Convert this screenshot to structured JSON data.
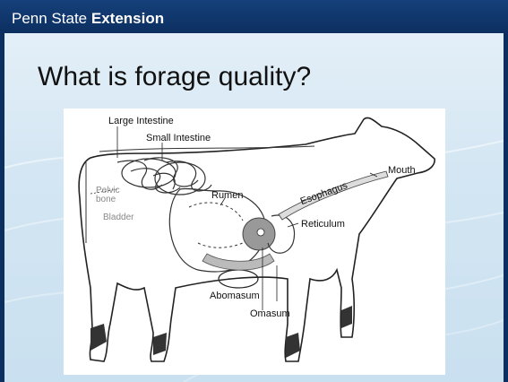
{
  "header": {
    "brand_part1": "Penn State",
    "brand_part2": "Extension"
  },
  "slide": {
    "title": "What is forage quality?"
  },
  "diagram": {
    "labels": {
      "large_intestine": "Large Intestine",
      "small_intestine": "Small Intestine",
      "pelvic_line1": "Pelvic",
      "pelvic_line2": "bone",
      "bladder": "Bladder",
      "rumen": "Rumen",
      "esophagus": "Esophagus",
      "mouth": "Mouth",
      "reticulum": "Reticulum",
      "abomasum": "Abomasum",
      "omasum": "Omasum"
    }
  },
  "colors": {
    "header_bg": "#0c2f60",
    "content_bg": "#d4e6f3"
  }
}
